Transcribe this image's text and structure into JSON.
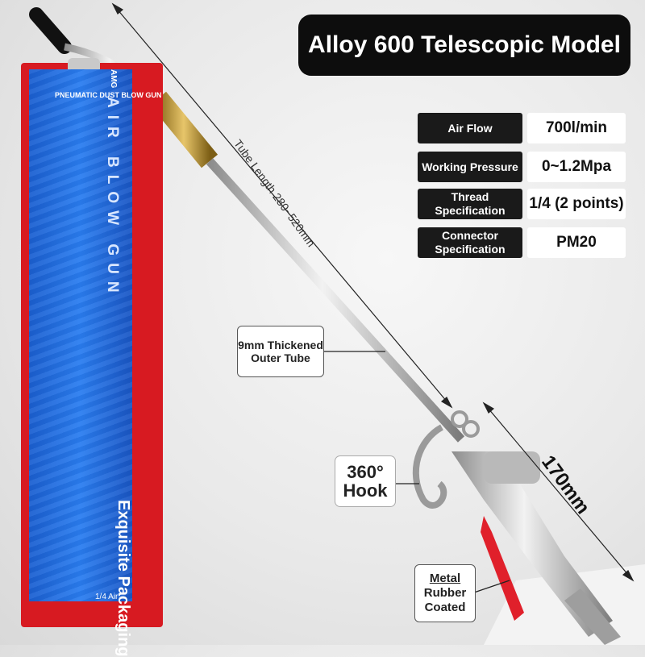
{
  "title": "Alloy 600 Telescopic Model",
  "specs": [
    {
      "label": "Air Flow",
      "value": "700l/min"
    },
    {
      "label": "Working Pressure",
      "value": "0~1.2Mpa"
    },
    {
      "label": "Thread Specification",
      "value": "1/4 (2 points)"
    },
    {
      "label": "Connector Specification",
      "value": "PM20"
    }
  ],
  "annotations": {
    "tube_length": "Tube Length 280~520mm",
    "outer_tube": "9mm Thickened Outer Tube",
    "hook": "360° Hook",
    "grip_line1": "Metal",
    "grip_line2": "Rubber Coated",
    "dimension": "170mm"
  },
  "packaging": {
    "brand": "AMG",
    "header": "PNEUMATIC DUST BLOW GUN",
    "vertical_text": "AIR BLOW GUN",
    "caption": "Exquisite Packaging",
    "small_text": "1/4 Air"
  },
  "colors": {
    "title_bg": "#0d0d0d",
    "label_bg": "#1a1a1a",
    "package_red": "#d71a21",
    "package_blue": "#2a7df0",
    "trigger_red": "#e0202b",
    "metal": "#c7c7c7"
  }
}
